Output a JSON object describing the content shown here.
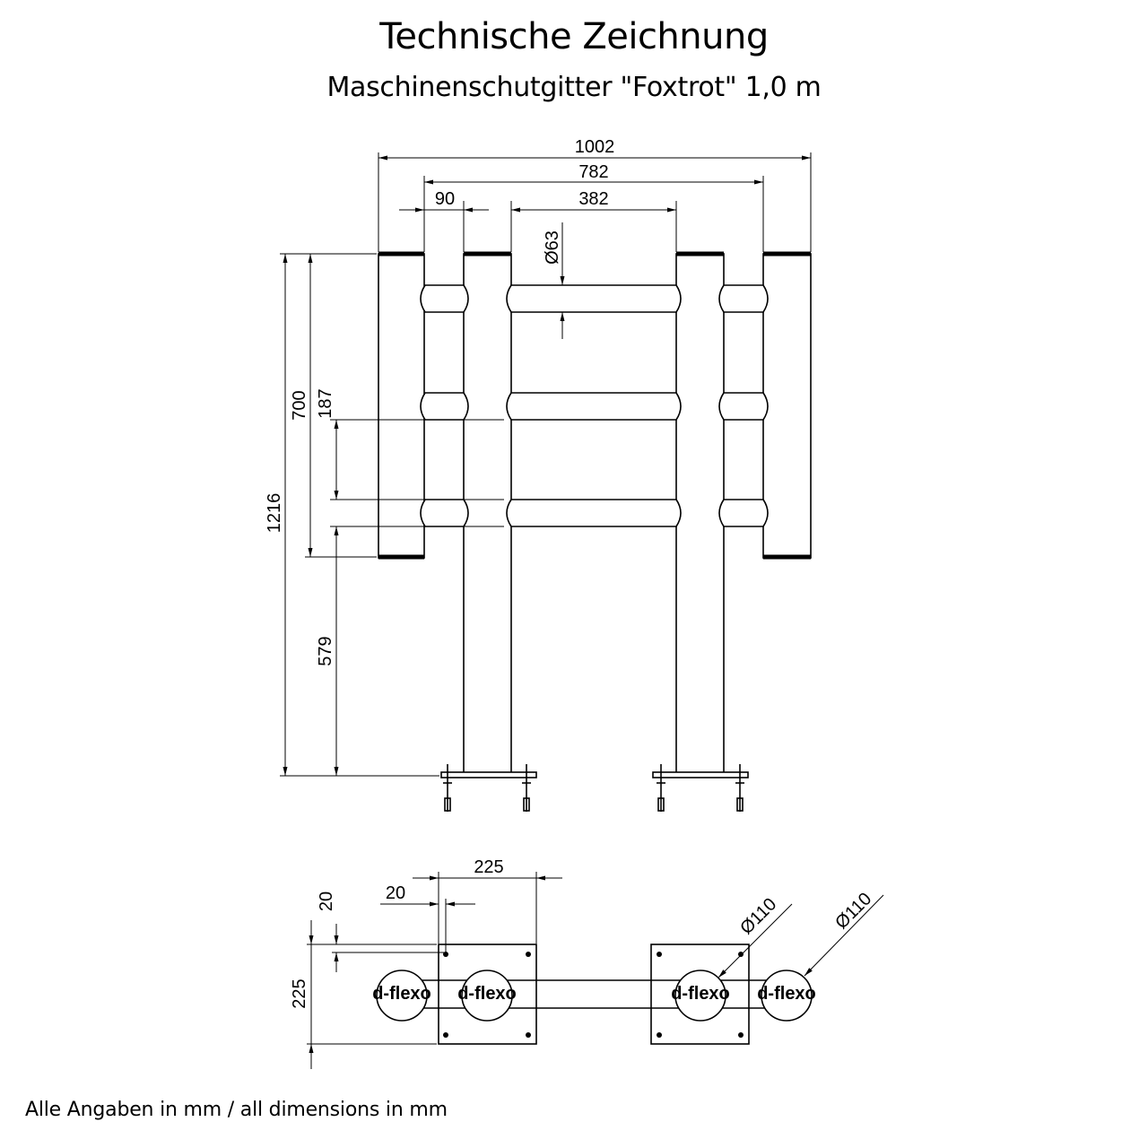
{
  "header": {
    "title": "Technische Zeichnung",
    "subtitle": "Maschinenschutgitter \"Foxtrot\" 1,0 m"
  },
  "footer": {
    "note": "Alle Angaben in mm / all dimensions in mm"
  },
  "front_view": {
    "dim_total_width": "1002",
    "dim_outer_posts": "782",
    "dim_post_spacing": "90",
    "dim_inner_posts": "382",
    "dim_rail_diameter": "Ø63",
    "dim_total_height": "1216",
    "dim_frame_height": "700",
    "dim_rail_spacing": "187",
    "dim_ground_clearance": "579"
  },
  "top_view": {
    "dim_plate_width": "225",
    "dim_hole_offset_x": "20",
    "dim_hole_offset_y": "20",
    "dim_plate_depth": "225",
    "dim_post_diameter_left": "Ø110",
    "dim_post_diameter_right": "Ø110",
    "logo_text": "d-flexo"
  }
}
